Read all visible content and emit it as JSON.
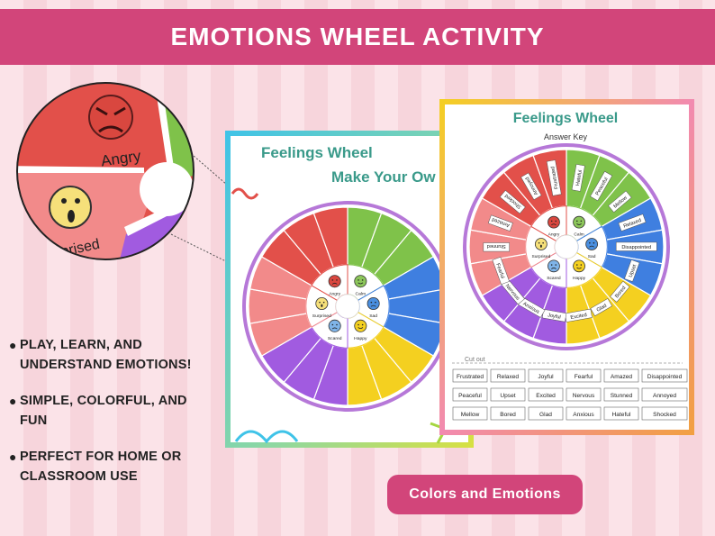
{
  "banner": {
    "title": "EMOTIONS WHEEL ACTIVITY"
  },
  "bullets": [
    {
      "line1": "PLAY, LEARN, AND",
      "line2": "UNDERSTAND EMOTIONS!"
    },
    {
      "line1": "SIMPLE, COLORFUL, AND",
      "line2": "FUN"
    },
    {
      "line1": "PERFECT FOR HOME OR",
      "line2": "CLASSROOM USE"
    }
  ],
  "pill": {
    "label": "Colors and Emotions"
  },
  "zoom": {
    "label_angry": "Angry",
    "label_surprised": "rprised"
  },
  "blank_sheet": {
    "title_line1": "Feelings Wheel",
    "title_line2": "Make Your Ow",
    "inner": [
      "Angry",
      "Calm",
      "Sad",
      "Happy",
      "Scared",
      "Surprised"
    ]
  },
  "key_sheet": {
    "title": "Feelings Wheel",
    "subtitle": "Answer Key",
    "inner": [
      "Angry",
      "Calm",
      "Sad",
      "Happy",
      "Scared",
      "Surprised"
    ],
    "outer": [
      "Hateful",
      "Peaceful",
      "Mellow",
      "Relaxed",
      "Disappointed",
      "Upset",
      "Bored",
      "Glad",
      "Excited",
      "Joyful",
      "Anxious",
      "Nervous",
      "Fearful",
      "Stunned",
      "Amazed",
      "Shocked",
      "Annoyed",
      "Frustrated"
    ],
    "cut_label": "Cut out",
    "grid": [
      [
        "Frustrated",
        "Relaxed",
        "Joyful",
        "Fearful",
        "Amazed",
        "Disappointed"
      ],
      [
        "Peaceful",
        "Upset",
        "Excited",
        "Nervous",
        "Stunned",
        "Annoyed"
      ],
      [
        "Mellow",
        "Bored",
        "Glad",
        "Anxious",
        "Hateful",
        "Shocked"
      ]
    ]
  },
  "colors": {
    "brand": "#d2457a",
    "red": "#e2504a",
    "green": "#7fc24a",
    "blue": "#3f7fe0",
    "yellow": "#f4d020",
    "purple": "#a15be0",
    "pink": "#f28a8a"
  }
}
